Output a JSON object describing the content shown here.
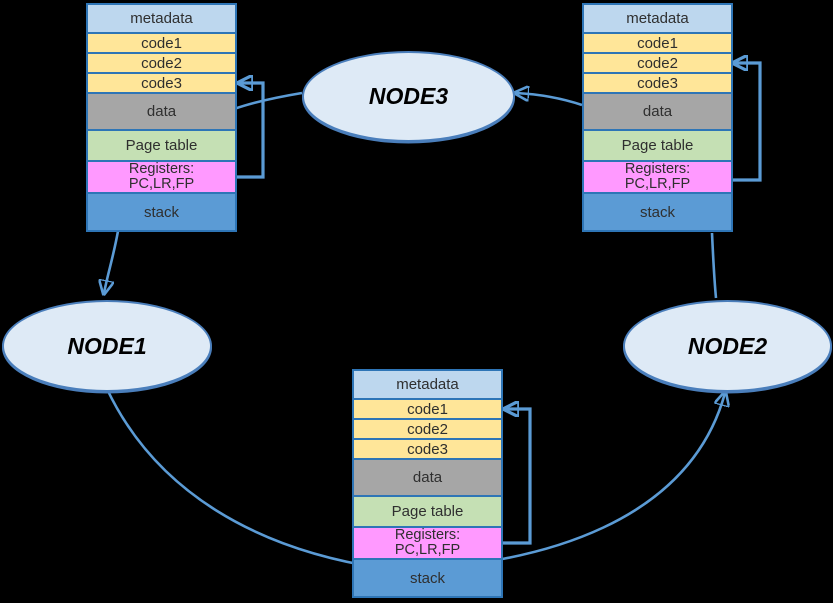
{
  "colors": {
    "background": "#000000",
    "connector_blue": "#5B9BD5",
    "box_border_blue": "#2E75B6",
    "metadata_fill": "#BDD7EE",
    "code_fill": "#FFE699",
    "data_fill": "#A6A6A6",
    "page_table_fill": "#C5E0B4",
    "registers_fill": "#FF99FF",
    "stack_fill": "#5B9BD5",
    "node_fill": "#DEEAF6",
    "node_border": "#4A7EBB"
  },
  "nodes": [
    {
      "id": "node1",
      "label": "NODE1"
    },
    {
      "id": "node2",
      "label": "NODE2"
    },
    {
      "id": "node3",
      "label": "NODE3"
    }
  ],
  "process_image": {
    "rows": [
      {
        "id": "metadata",
        "label": "metadata"
      },
      {
        "id": "code1",
        "label": "code1"
      },
      {
        "id": "code2",
        "label": "code2"
      },
      {
        "id": "code3",
        "label": "code3"
      },
      {
        "id": "data",
        "label": "data"
      },
      {
        "id": "page_table",
        "label": "Page table"
      },
      {
        "id": "registers",
        "label": "Registers:",
        "label_line2": "PC,LR,FP"
      },
      {
        "id": "stack",
        "label": "stack"
      }
    ]
  },
  "instances": [
    {
      "position": "top-left",
      "register_loop_points_to": "code3"
    },
    {
      "position": "top-right",
      "register_loop_points_to": "code2"
    },
    {
      "position": "bottom-middle",
      "register_loop_points_to": "code1"
    }
  ],
  "edges": [
    {
      "from": "top-left-stack-bottom",
      "to": "NODE1",
      "arrowhead": true
    },
    {
      "from": "NODE1",
      "to": "NODE2",
      "arrowhead": true,
      "note": "long curve passing behind bottom-middle stack"
    },
    {
      "from": "NODE2",
      "to": "top-right-stack-bottom",
      "arrowhead": false
    },
    {
      "from": "top-right-stack-data",
      "to": "NODE3",
      "arrowhead": true
    },
    {
      "from": "NODE3",
      "to": "top-left-stack-data",
      "arrowhead": false
    },
    {
      "from": "top-left-registers",
      "to": "top-left-code3",
      "arrowhead": true
    },
    {
      "from": "top-right-registers",
      "to": "top-right-code2",
      "arrowhead": true
    },
    {
      "from": "bottom-middle-registers",
      "to": "bottom-middle-code1",
      "arrowhead": true
    }
  ]
}
